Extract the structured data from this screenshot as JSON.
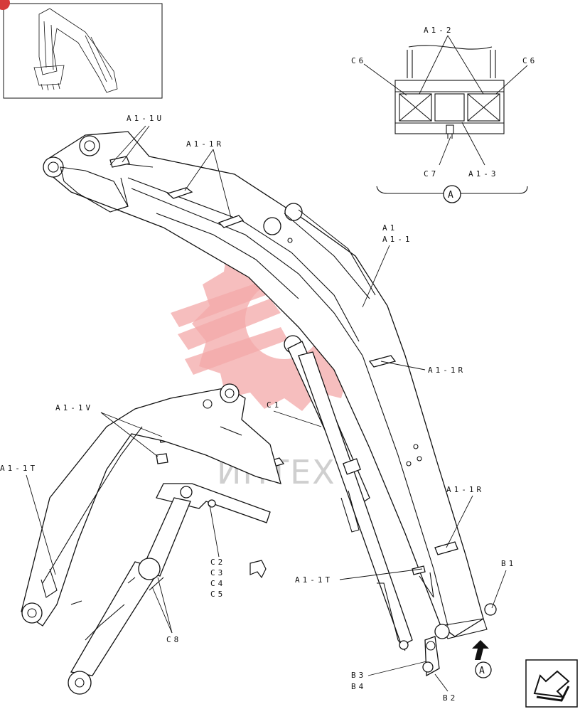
{
  "diagram": {
    "watermark": "ИНТЕХ",
    "callouts": {
      "a1_1u": "A1-1U",
      "a1_1r_top": "A1-1R",
      "a1_2": "A1-2",
      "c6_left": "C6",
      "c6_right": "C6",
      "c7": "C7",
      "a1_3": "A1-3",
      "view_a_top": "A",
      "a1": "A1",
      "a1_1": "A1-1",
      "a1_1r_mid": "A1-1R",
      "a1_1v": "A1-1V",
      "c1": "C1",
      "a1_1t_left": "A1-1T",
      "a1_1r_low": "A1-1R",
      "c2": "C2",
      "c3": "C3",
      "c4": "C4",
      "c5": "C5",
      "b1": "B1",
      "a1_1t_right": "A1-1T",
      "c8": "C8",
      "b3": "B3",
      "b4": "B4",
      "b2": "B2",
      "view_a_bottom": "A"
    }
  }
}
